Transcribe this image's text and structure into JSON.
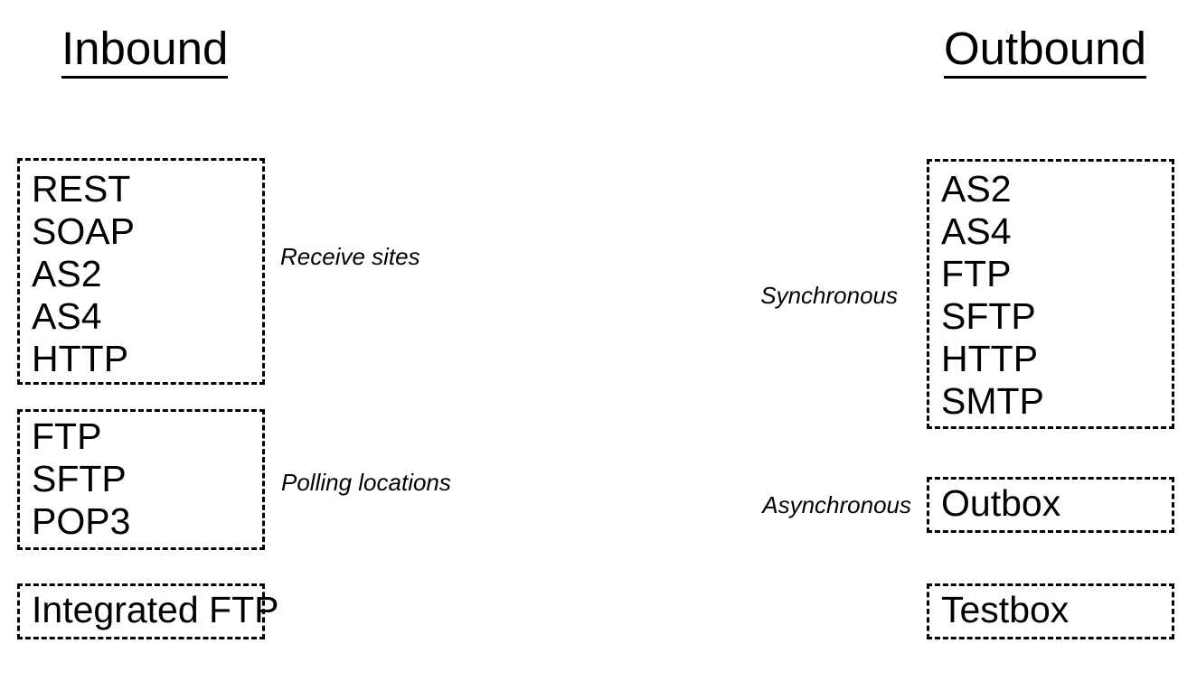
{
  "columns": {
    "inbound": {
      "title": "Inbound",
      "groups": [
        {
          "name": "receive-sites",
          "label": "Receive sites",
          "items": [
            "REST",
            "SOAP",
            "AS2",
            "AS4",
            "HTTP"
          ]
        },
        {
          "name": "polling-locations",
          "label": "Polling locations",
          "items": [
            "FTP",
            "SFTP",
            "POP3"
          ]
        },
        {
          "name": "integrated-ftp",
          "label": "",
          "items": [
            "Integrated FTP"
          ]
        }
      ]
    },
    "outbound": {
      "title": "Outbound",
      "groups": [
        {
          "name": "synchronous",
          "label": "Synchronous",
          "items": [
            "AS2",
            "AS4",
            "FTP",
            "SFTP",
            "HTTP",
            "SMTP"
          ]
        },
        {
          "name": "asynchronous",
          "label": "Asynchronous",
          "items": [
            "Outbox"
          ]
        },
        {
          "name": "testbox",
          "label": "",
          "items": [
            "Testbox"
          ]
        }
      ]
    }
  },
  "style": {
    "background": "#ffffff",
    "text_color": "#000000",
    "border_color": "#000000"
  }
}
